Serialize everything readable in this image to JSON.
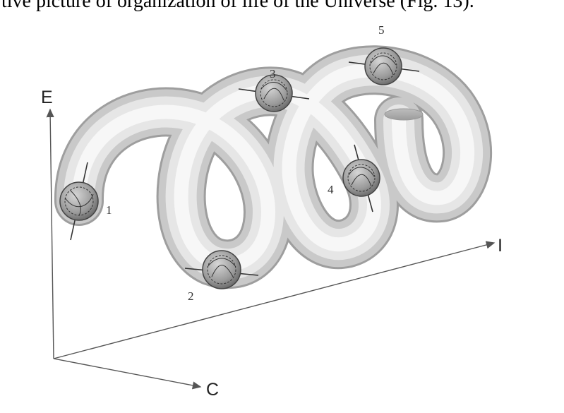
{
  "caption": {
    "text": "tive picture of organization of life of the Universe (Fig. 13)."
  },
  "axes": {
    "vertical": "E",
    "depth": "C",
    "horizontal": "I"
  },
  "positions": [
    "1",
    "2",
    "3",
    "4",
    "5"
  ],
  "colors": {
    "tube_light": "#f4f4f4",
    "tube_dark": "#b9b9b9",
    "outline": "#9e9e9e",
    "globe": "#8a8a8a",
    "axis": "#555555"
  }
}
